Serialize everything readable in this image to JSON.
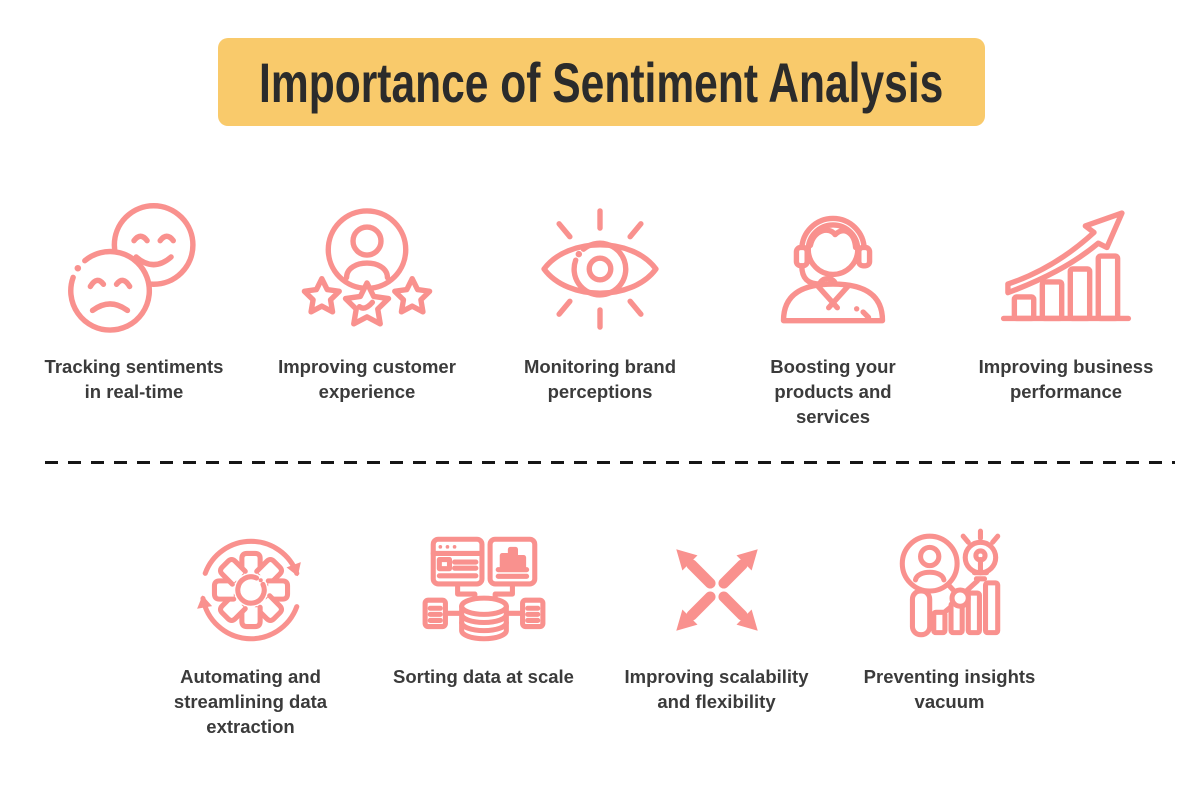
{
  "title": "Importance of Sentiment Analysis",
  "colors": {
    "banner": "#F9CA6B",
    "icon": "#F9918E",
    "title": "#2B2B2B",
    "label": "#3B3B3B",
    "divider": "#161616"
  },
  "row1": [
    {
      "label": "Tracking sentiments in real-time",
      "icon": "sentiment-faces-icon"
    },
    {
      "label": "Improving customer experience",
      "icon": "customer-rating-stars-icon"
    },
    {
      "label": "Monitoring brand perceptions",
      "icon": "watching-eye-icon"
    },
    {
      "label": "Boosting your products and services",
      "icon": "support-agent-icon"
    },
    {
      "label": "Improving business performance",
      "icon": "growth-bar-chart-icon"
    }
  ],
  "row2": [
    {
      "label": "Automating and streamlining data extraction",
      "icon": "automation-gear-icon"
    },
    {
      "label": "Sorting data at scale",
      "icon": "database-sorting-icon"
    },
    {
      "label": "Improving scalability and flexibility",
      "icon": "expand-arrows-icon"
    },
    {
      "label": "Preventing insights vacuum",
      "icon": "insights-search-icon"
    }
  ]
}
